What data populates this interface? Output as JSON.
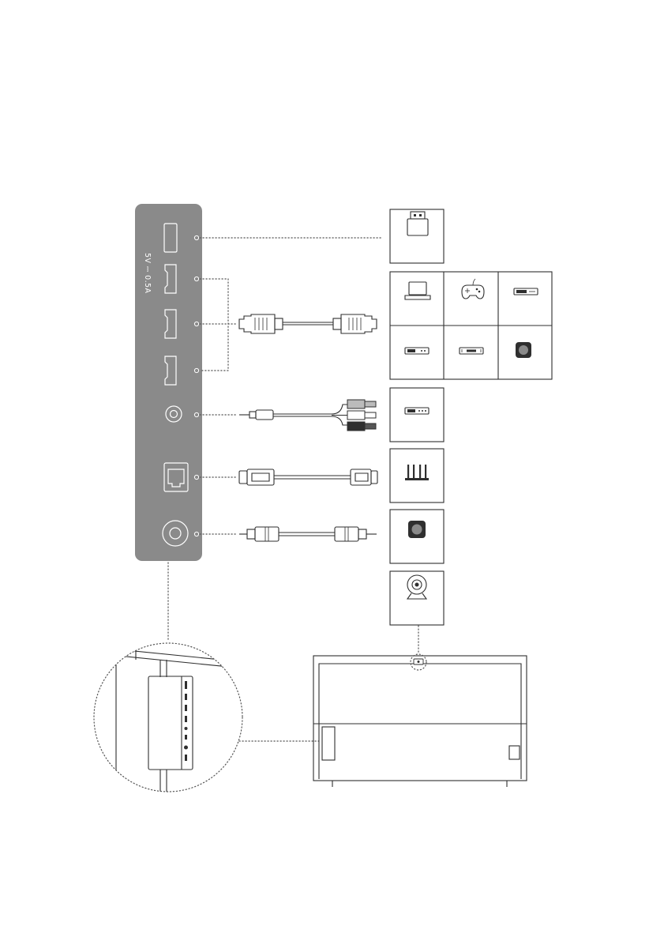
{
  "panel": {
    "voltage_label": "5V ⎓ 0.5A",
    "ports": [
      {
        "name": "usb-port",
        "icon": "usb-port-icon"
      },
      {
        "name": "hdmi-port-1",
        "icon": "hdmi-port-icon"
      },
      {
        "name": "hdmi-port-2",
        "icon": "hdmi-port-icon"
      },
      {
        "name": "hdmi-port-3",
        "icon": "hdmi-port-icon"
      },
      {
        "name": "av-in-jack",
        "icon": "av-jack-icon"
      },
      {
        "name": "lan-port",
        "icon": "ethernet-port-icon"
      },
      {
        "name": "coaxial-digital-audio-out",
        "icon": "coax-port-icon"
      }
    ]
  },
  "cables": [
    {
      "name": "hdmi-cable",
      "icon": "hdmi-cable-icon"
    },
    {
      "name": "av-cable",
      "icon": "av-rca-cable-icon"
    },
    {
      "name": "ethernet-cable",
      "icon": "ethernet-cable-icon"
    },
    {
      "name": "coaxial-cable",
      "icon": "coax-cable-icon"
    }
  ],
  "devices": [
    {
      "name": "usb-drive",
      "icon": "usb-drive-icon"
    },
    {
      "name": "laptop",
      "icon": "laptop-icon"
    },
    {
      "name": "game-console",
      "icon": "gamepad-icon"
    },
    {
      "name": "blu-ray-player",
      "icon": "disc-player-icon"
    },
    {
      "name": "set-top-box",
      "icon": "set-top-box-icon"
    },
    {
      "name": "dvd-player",
      "icon": "dvd-player-icon"
    },
    {
      "name": "audio-system",
      "icon": "speaker-icon"
    },
    {
      "name": "av-device",
      "icon": "av-box-icon"
    },
    {
      "name": "router",
      "icon": "router-icon"
    },
    {
      "name": "amplifier",
      "icon": "speaker-icon"
    },
    {
      "name": "webcam",
      "icon": "webcam-icon"
    }
  ],
  "colors": {
    "panel": "#8a8a8a",
    "panel_dark": "#6f6f6f",
    "line": "#3a3a3a",
    "dotted": "#555555"
  }
}
